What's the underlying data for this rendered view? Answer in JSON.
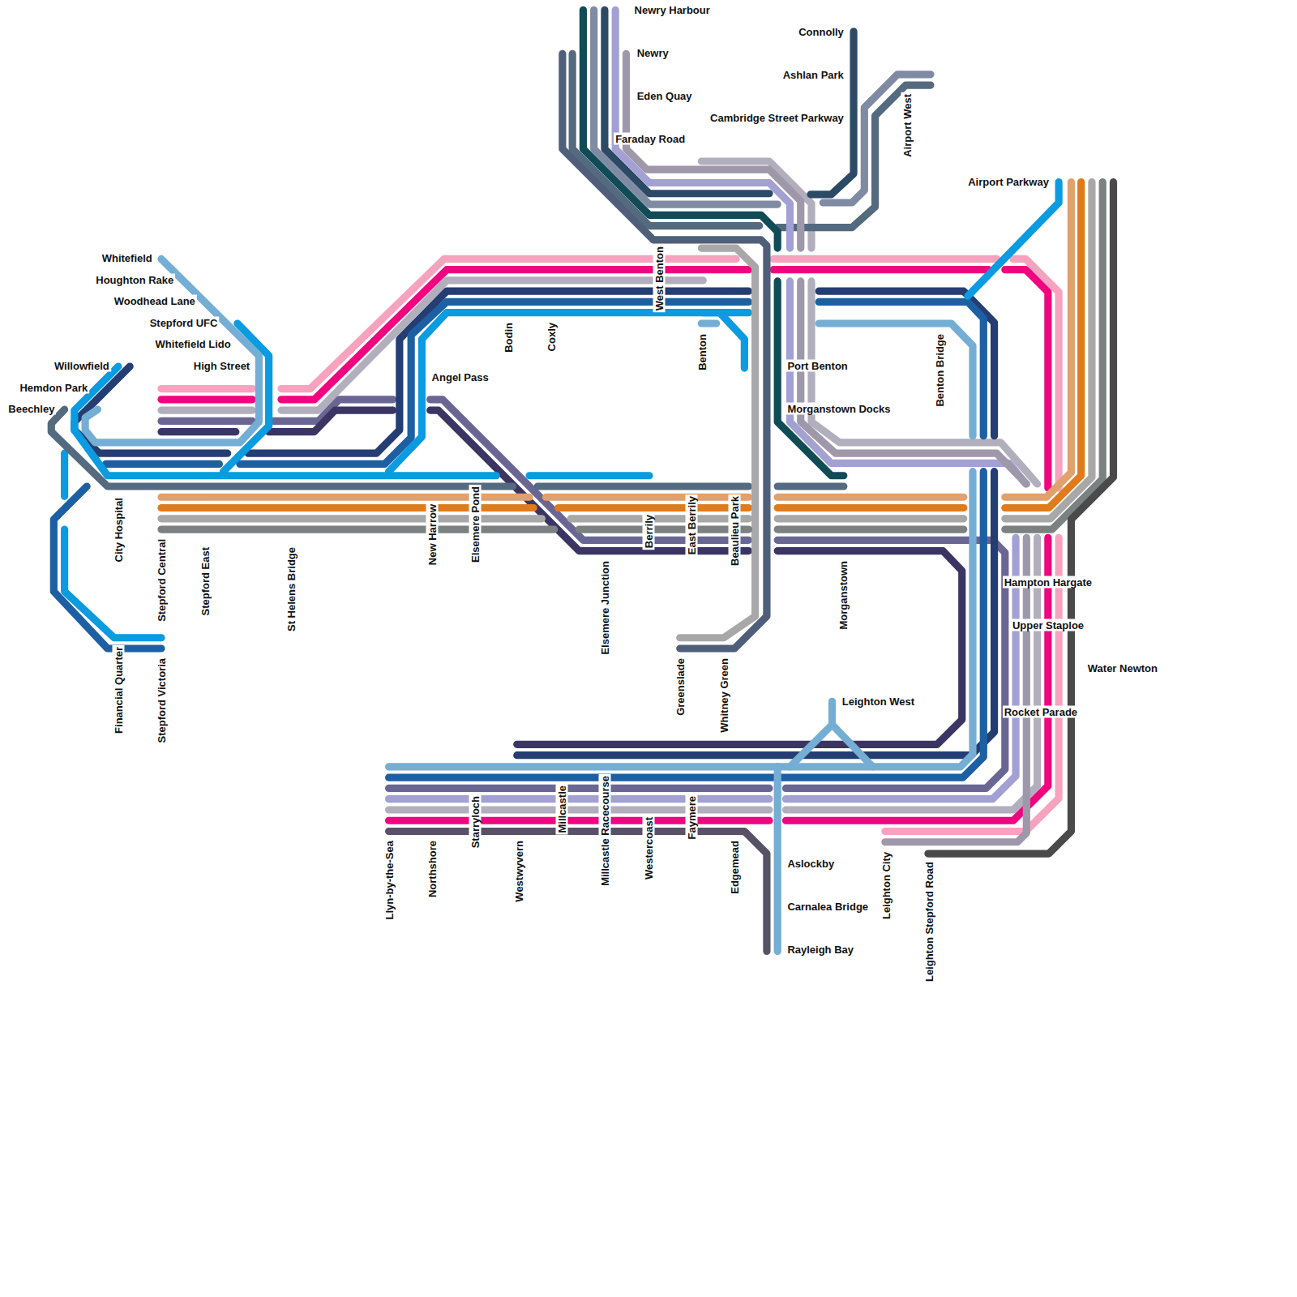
{
  "diagram": {
    "labels": [
      "Newry Harbour",
      "Newry",
      "Eden Quay",
      "Faraday Road",
      "Connolly",
      "Ashlan Park",
      "Cambridge Street Parkway",
      "Airport West",
      "Airport Parkway",
      "West Benton",
      "Whitefield",
      "Houghton Rake",
      "Woodhead Lane",
      "Stepford UFC",
      "Whitefield Lido",
      "High Street",
      "Willowfield",
      "Hemdon Park",
      "Beechley",
      "Angel Pass",
      "Bodin",
      "Coxly",
      "Benton",
      "Port Benton",
      "Benton Bridge",
      "Morganstown Docks",
      "City Hospital",
      "Stepford Central",
      "Stepford East",
      "St Helens Bridge",
      "New Harrow",
      "Elsemere Pond",
      "Elsemere Junction",
      "Berrily",
      "East Berrily",
      "Beaulieu Park",
      "Morganstown",
      "Hampton Hargate",
      "Upper Staploe",
      "Water Newton",
      "Rocket Parade",
      "Greenslade",
      "Whitney Green",
      "Financial Quarter",
      "Stepford Victoria",
      "Leighton West",
      "Llyn-by-the-Sea",
      "Northshore",
      "Starryloch",
      "Westwyvern",
      "Millcastle",
      "Millcastle Racecourse",
      "Westercoast",
      "Faymere",
      "Edgemead",
      "Leighton City",
      "Leighton Stepford Road",
      "Aslockby",
      "Carnalea Bridge",
      "Rayleigh Bay"
    ]
  }
}
